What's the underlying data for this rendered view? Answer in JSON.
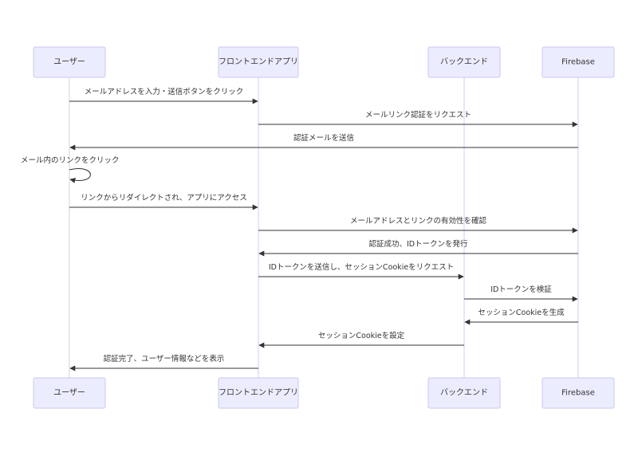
{
  "participants": [
    {
      "id": "user",
      "label": "ユーザー"
    },
    {
      "id": "frontend",
      "label": "フロントエンドアプリ"
    },
    {
      "id": "backend",
      "label": "バックエンド"
    },
    {
      "id": "firebase",
      "label": "Firebase"
    }
  ],
  "messages": [
    {
      "from": "user",
      "to": "frontend",
      "text": "メールアドレスを入力・送信ボタンをクリック"
    },
    {
      "from": "frontend",
      "to": "firebase",
      "text": "メールリンク認証をリクエスト"
    },
    {
      "from": "firebase",
      "to": "user",
      "text": "認証メールを送信"
    },
    {
      "from": "user",
      "to": "user",
      "text": "メール内のリンクをクリック"
    },
    {
      "from": "user",
      "to": "frontend",
      "text": "リンクからリダイレクトされ、アプリにアクセス"
    },
    {
      "from": "frontend",
      "to": "firebase",
      "text": "メールアドレスとリンクの有効性を確認"
    },
    {
      "from": "firebase",
      "to": "frontend",
      "text": "認証成功、IDトークンを発行"
    },
    {
      "from": "frontend",
      "to": "backend",
      "text": "IDトークンを送信し、セッションCookieをリクエスト"
    },
    {
      "from": "backend",
      "to": "firebase",
      "text": "IDトークンを検証"
    },
    {
      "from": "firebase",
      "to": "backend",
      "text": "セッションCookieを生成"
    },
    {
      "from": "backend",
      "to": "frontend",
      "text": "セッションCookieを設定"
    },
    {
      "from": "frontend",
      "to": "user",
      "text": "認証完了、ユーザー情報などを表示"
    }
  ],
  "colors": {
    "actor_fill": "#ececff",
    "actor_stroke": "#c9c9f0",
    "line": "#333333"
  }
}
